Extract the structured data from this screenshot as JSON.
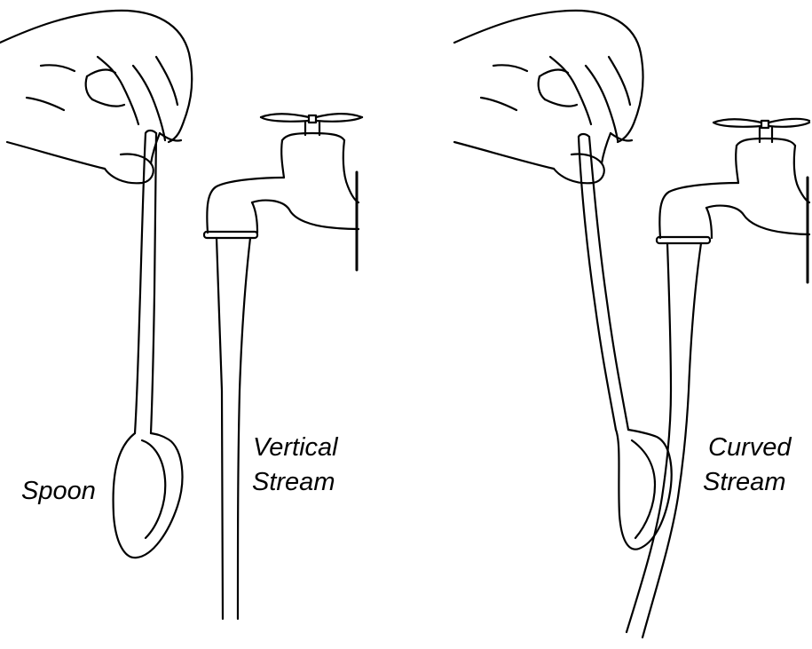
{
  "labels": {
    "spoon": "Spoon",
    "vertical_stream_line1": "Vertical",
    "vertical_stream_line2": "Stream",
    "curved_stream_line1": "Curved",
    "curved_stream_line2": "Stream"
  }
}
